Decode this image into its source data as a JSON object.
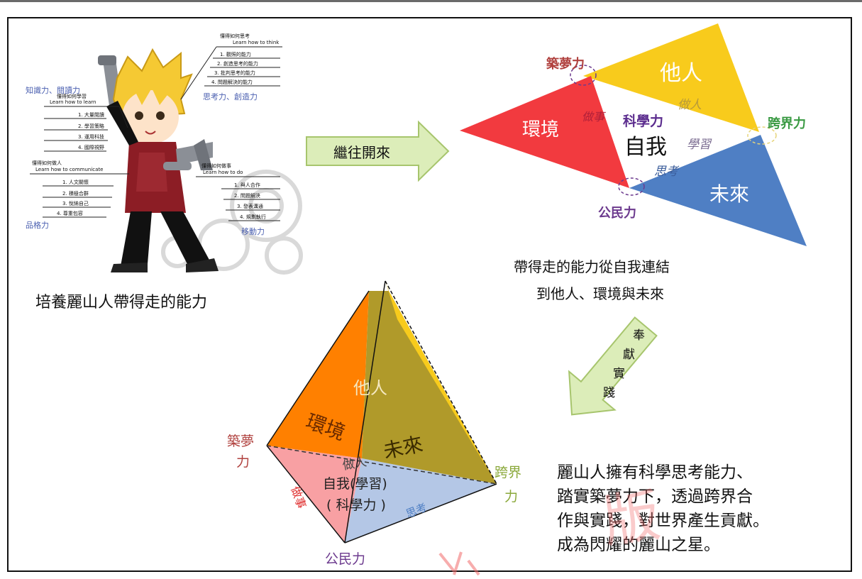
{
  "illustration": {
    "caption": "培養麗山人帶得走的能力",
    "branch_labels": {
      "knowledge_reading": "知識力、閱讀力",
      "thinking_creativity": "思考力、創造力",
      "character": "品格力",
      "mobility": "移動力"
    },
    "learn_to_think": {
      "header": "懂得如何思考",
      "header_en": "Learn how to think",
      "items": [
        "1. 觀照的能力",
        "2. 創造思考的能力",
        "3. 批判思考的能力",
        "4. 問題解決的能力"
      ]
    },
    "learn_to_learn": {
      "header": "懂得如何學習",
      "header_en": "Learn how to learn",
      "items": [
        "1. 大量閱讀",
        "2. 學習策略",
        "3. 運用科技",
        "4. 國際視野"
      ]
    },
    "learn_to_communicate": {
      "header": "懂得如何做人",
      "header_en": "Learn how to communicate",
      "items": [
        "1. 人文關懷",
        "2. 積極合群",
        "3. 悅納自己",
        "4. 尊重包容"
      ]
    },
    "learn_to_do": {
      "header": "懂得如何做事",
      "header_en": "Learn how to do",
      "items": [
        "1. 與人合作",
        "2. 問題解決",
        "3. 發表溝通",
        "4. 規劃執行"
      ]
    }
  },
  "arrows": {
    "continue": "繼往開來",
    "practice": "奉獻實踐"
  },
  "triangles": {
    "others": "他人",
    "environment": "環境",
    "future": "未來",
    "self": "自我",
    "science": "科學力",
    "learn": "學習",
    "behave": "做人",
    "act": "做事",
    "think": "思考",
    "dream": "築夢力",
    "cross": "跨界力",
    "civic": "公民力",
    "caption_line1": "帶得走的能力從自我連結",
    "caption_line2": "到他人、環境與未來"
  },
  "pyramid": {
    "others": "他人",
    "environment": "環境",
    "future": "未來",
    "behave": "做人",
    "self_learn": "自我(學習)",
    "science": "( 科學力 )",
    "think": "思考",
    "act": "做事",
    "dream_1": "築夢",
    "dream_2": "力",
    "cross_1": "跨界",
    "cross_2": "力",
    "civic": "公民力"
  },
  "summary": {
    "lines": [
      "麗山人擁有科學思考能力、",
      "踏實築夢力下，透過跨界合",
      "作與實踐，對世界產生貢獻。",
      "成為閃耀的麗山之星。"
    ]
  },
  "watermark": "版",
  "colors": {
    "red": "#f23a3f",
    "yellow": "#f8cb1c",
    "blue": "#4f7fc4",
    "arrow_fill": "#dcedb9",
    "arrow_stroke": "#a7c56d",
    "dream": "#b0413e",
    "cross": "#3a9a43",
    "civic": "#6c3a8e",
    "science": "#5b2c8e",
    "pyr_orange": "#ff8000",
    "pyr_olive": "#b09a2a",
    "pyr_pink": "#f8a0a3",
    "pyr_lightblue": "#b4c7e6"
  }
}
